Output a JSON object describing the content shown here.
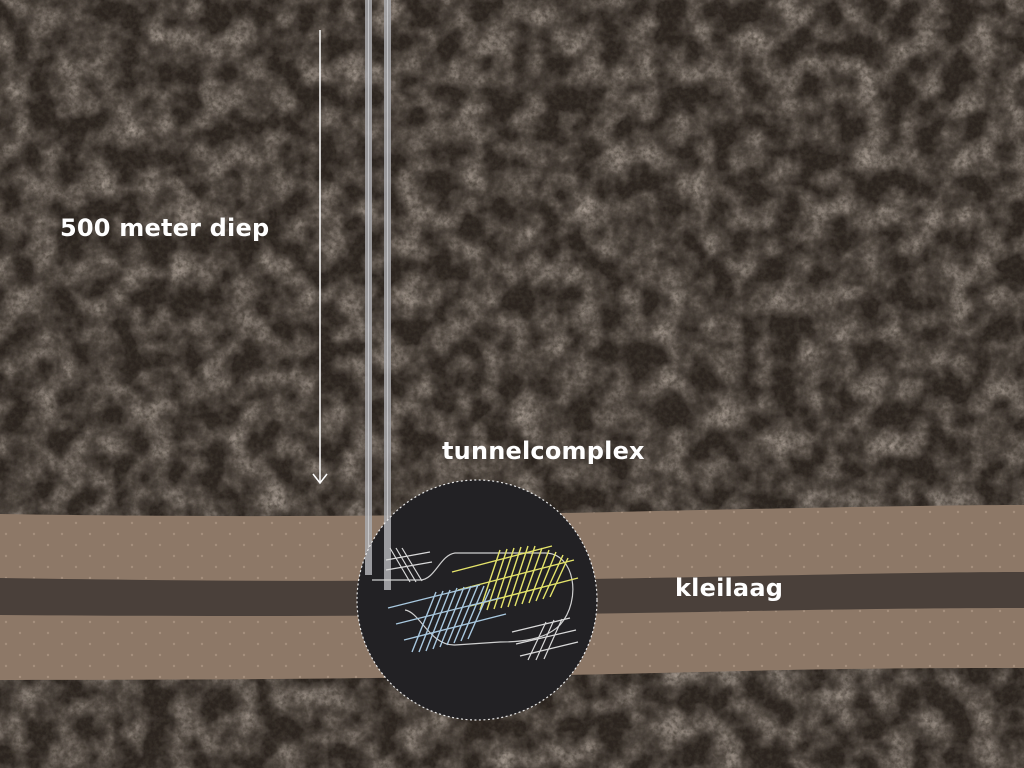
{
  "labels": {
    "depth": "500 meter diep",
    "tunnel_complex": "tunnelcomplex",
    "clay_layer": "kleilaag"
  },
  "colors": {
    "soil": "#2b241f",
    "clay_band": "#8d7867",
    "clay_core": "#4a403a",
    "circle_fill": "#222124",
    "tunnel_outline": "#cfcfcf",
    "shaft": "#a9a9ad",
    "tunnel_section_yellow": "#e4e36a",
    "tunnel_section_blue": "#a9c8df",
    "tunnel_section_white": "#d9d9d9"
  }
}
